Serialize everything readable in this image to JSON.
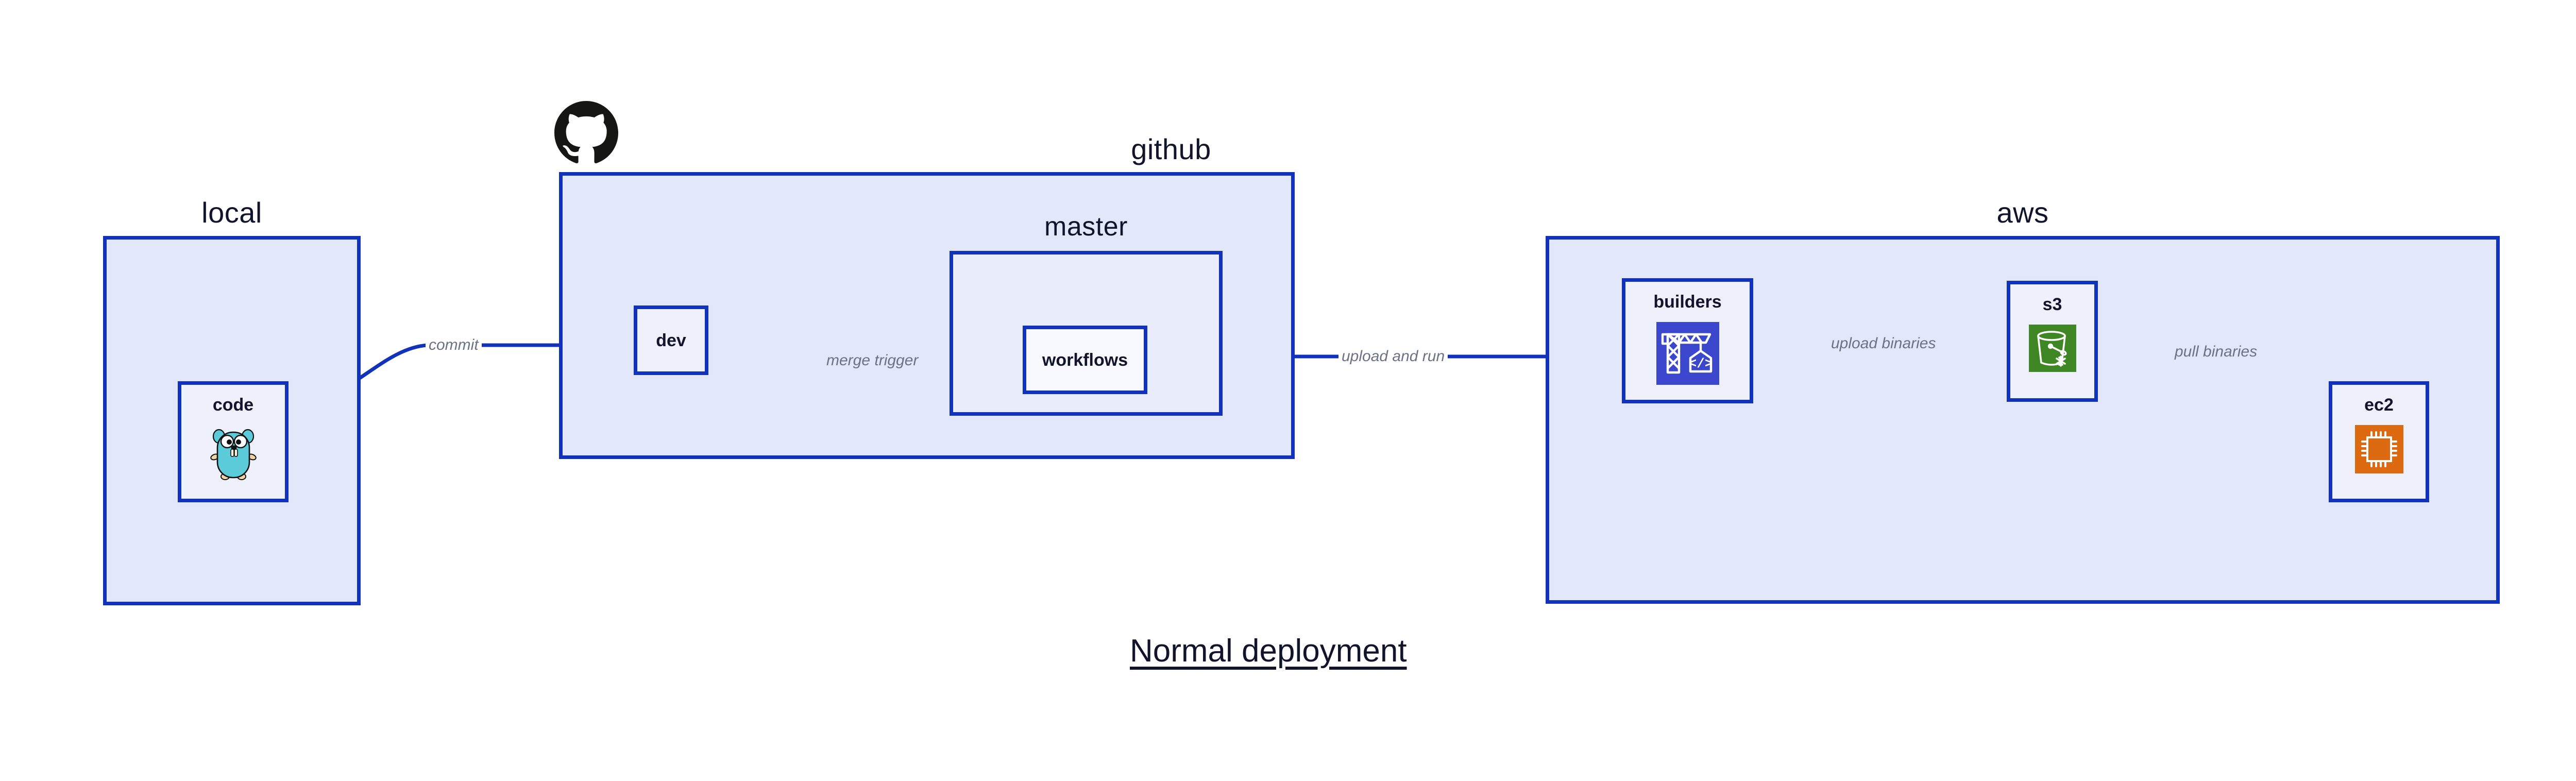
{
  "diagram": {
    "title": "Normal deployment",
    "accent_color": "#1133bb",
    "group_fill": "#e2e7fa",
    "node_fill": "#eef1fc",
    "label_color": "#6b7287",
    "text_color": "#11142b"
  },
  "groups": {
    "local": {
      "label": "local"
    },
    "github": {
      "label": "github"
    },
    "master": {
      "label": "master"
    },
    "aws": {
      "label": "aws"
    }
  },
  "nodes": {
    "code": {
      "label": "code",
      "icon": "go-gopher-icon",
      "icon_color": "#5bcbd9"
    },
    "dev": {
      "label": "dev",
      "icon": "none",
      "icon_color": ""
    },
    "workflows": {
      "label": "workflows",
      "icon": "none",
      "icon_color": ""
    },
    "builders": {
      "label": "builders",
      "icon": "aws-codebuild-crane-icon",
      "icon_color": "#3b47cc"
    },
    "s3": {
      "label": "s3",
      "icon": "aws-s3-bucket-icon",
      "icon_color": "#3f8624"
    },
    "ec2": {
      "label": "ec2",
      "icon": "aws-ec2-chip-icon",
      "icon_color": "#dd6a11"
    }
  },
  "edges": [
    {
      "id": "code-to-dev",
      "label": "commit"
    },
    {
      "id": "dev-to-workflows",
      "label": "merge trigger"
    },
    {
      "id": "workflows-to-builders",
      "label": "upload and run"
    },
    {
      "id": "builders-to-s3",
      "label": "upload binaries"
    },
    {
      "id": "s3-to-ec2",
      "label": "pull binaries"
    }
  ],
  "branding": {
    "github_mark": "github-octocat-icon"
  }
}
